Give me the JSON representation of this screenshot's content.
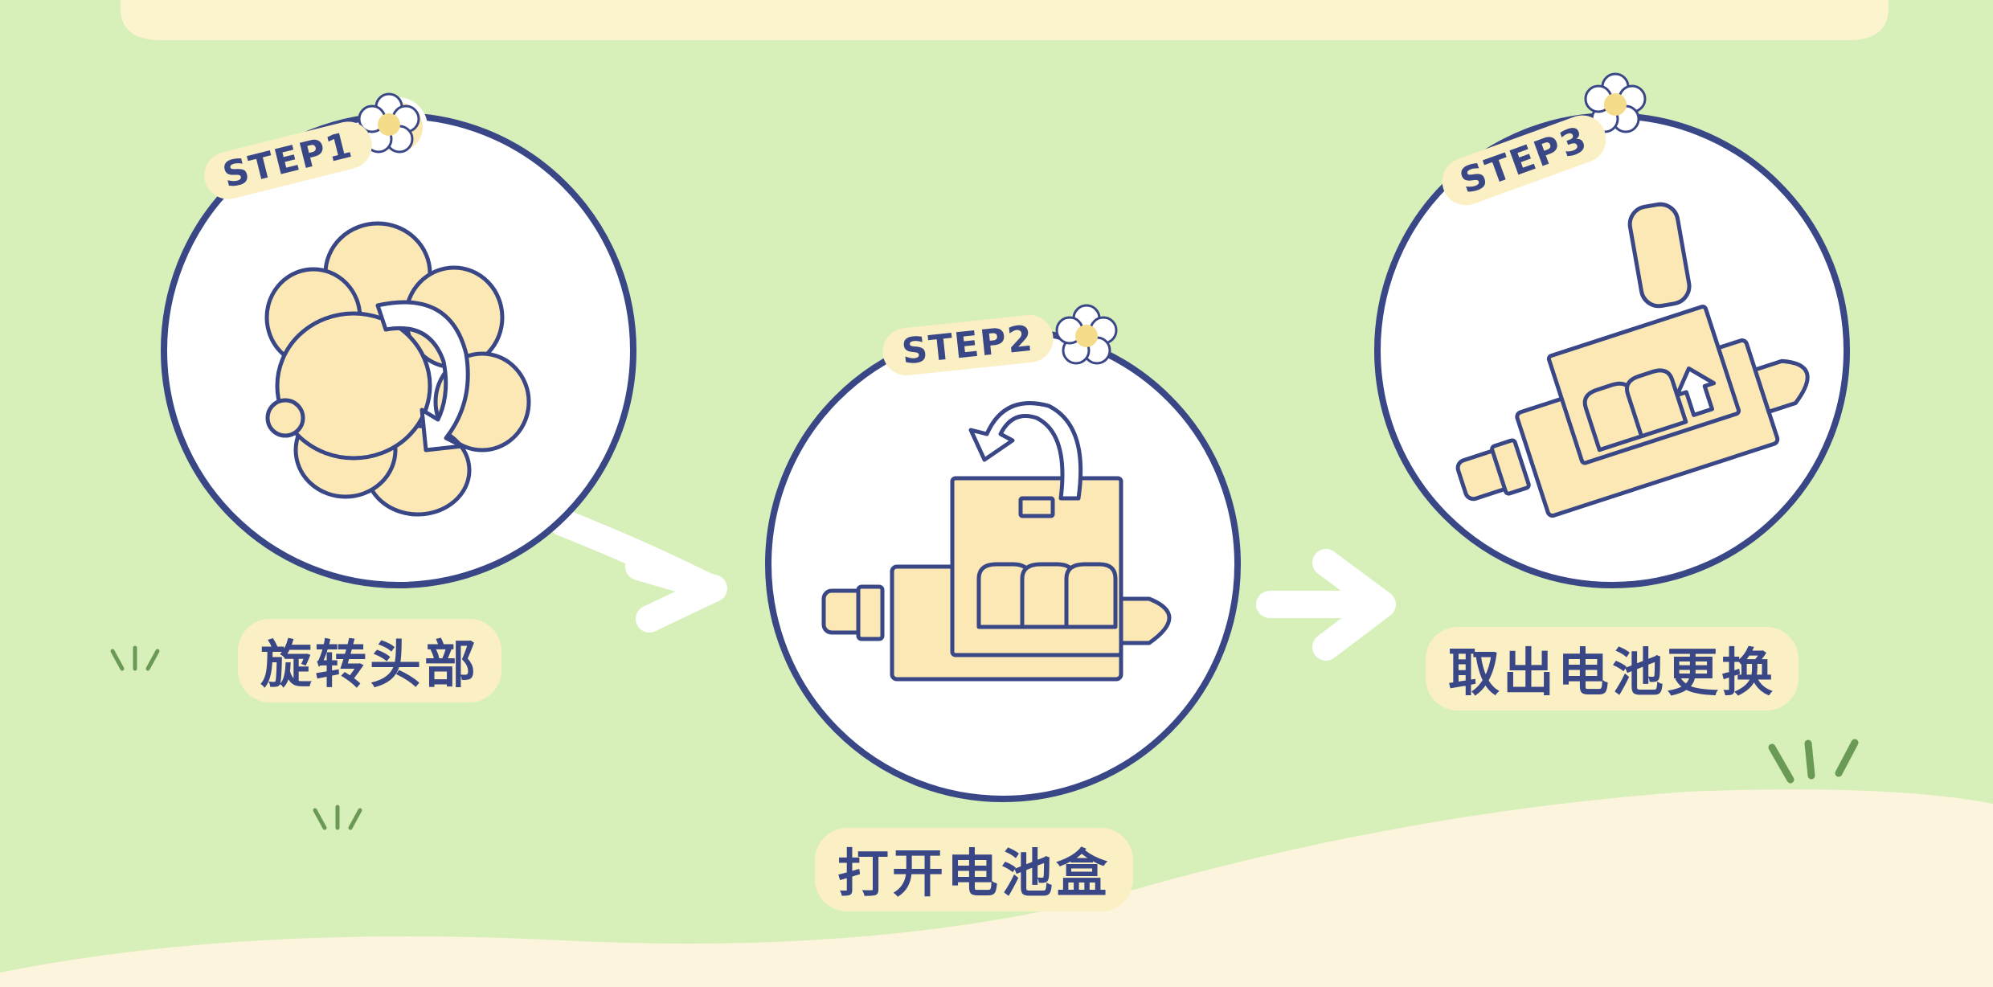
{
  "colors": {
    "background": "#d7efb8",
    "banner": "#fcf4cf",
    "navy": "#3a4787",
    "cream": "#fbe8b4",
    "white": "#ffffff",
    "grass": "#6a9a55"
  },
  "steps": [
    {
      "tag": "STEP1",
      "label": "旋转头部",
      "icon": "rotate-head-icon"
    },
    {
      "tag": "STEP2",
      "label": "打开电池盒",
      "icon": "open-battery-box-icon"
    },
    {
      "tag": "STEP3",
      "label": "取出电池更换",
      "icon": "replace-battery-icon"
    }
  ]
}
